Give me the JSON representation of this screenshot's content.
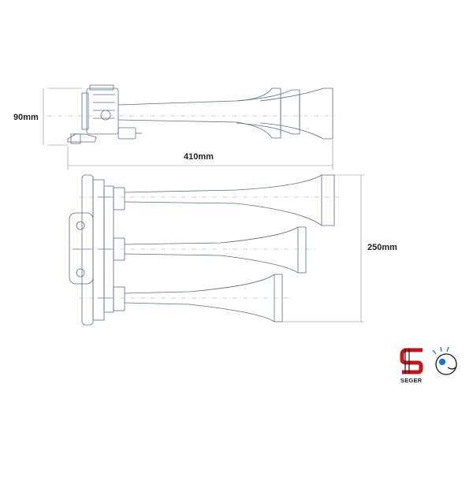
{
  "dimensions": {
    "height_label": "90mm",
    "length_label": "410mm",
    "width_label": "250mm"
  },
  "brand": {
    "name": "SEGER",
    "logo_icon": "seger-s-logo-icon",
    "badge_icon": "loud-horn-face-icon",
    "logo_colors": {
      "primary": "#c0161c",
      "secondary": "#1a1a1a"
    }
  },
  "drawing": {
    "line_color": "#5a6f8a",
    "dim_line_color": "#8a8a8a"
  }
}
